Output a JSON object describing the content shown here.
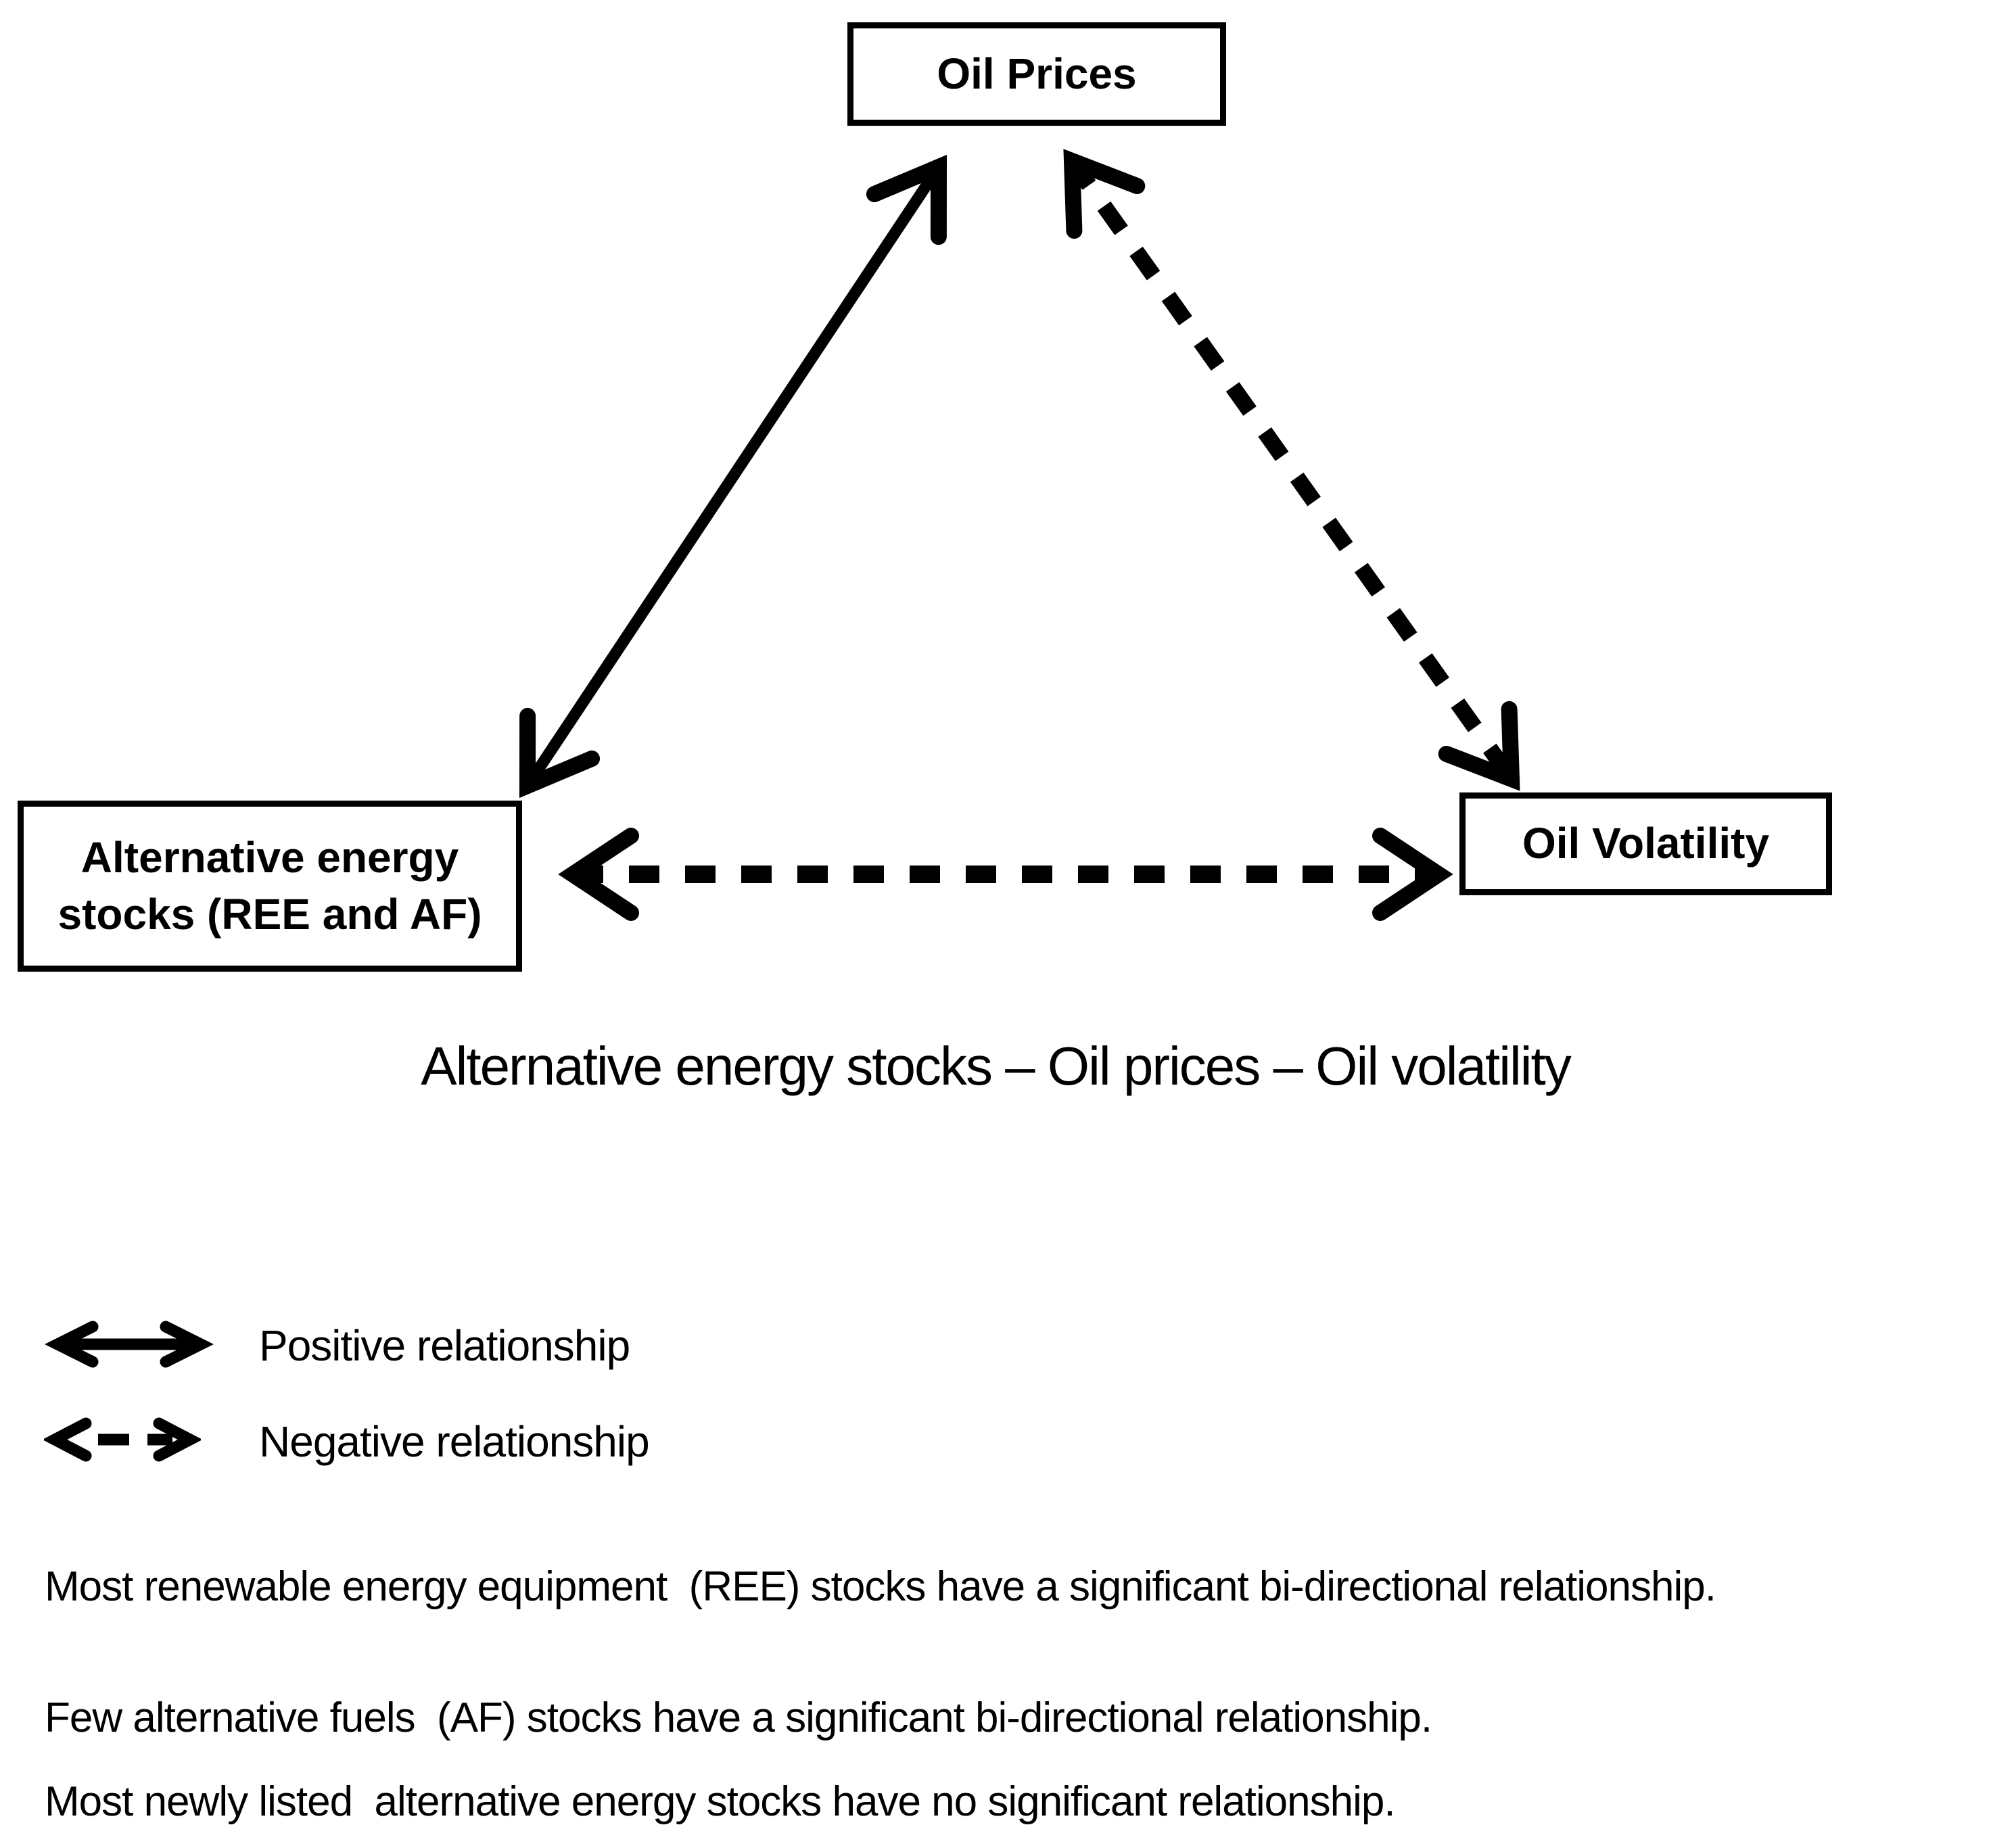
{
  "figure": {
    "colors": {
      "ink": "#000000",
      "background": "#ffffff"
    },
    "nodes": {
      "oil_prices": {
        "label": "Oil Prices"
      },
      "alt_energy": {
        "lines": [
          "Alternative energy",
          "stocks (REE and AF)"
        ]
      },
      "oil_volatility": {
        "label": "Oil Volatility"
      }
    },
    "edges": [
      {
        "from": "alt_energy",
        "to": "oil_prices",
        "relationship": "positive",
        "style": "solid",
        "bidirectional": true
      },
      {
        "from": "oil_prices",
        "to": "oil_volatility",
        "relationship": "negative",
        "style": "dashed",
        "bidirectional": true
      },
      {
        "from": "alt_energy",
        "to": "oil_volatility",
        "relationship": "negative",
        "style": "dashed",
        "bidirectional": true
      }
    ],
    "caption": "Alternative energy stocks – Oil prices – Oil volatility",
    "legend": [
      {
        "style": "solid",
        "label": "Positive relationship"
      },
      {
        "style": "dashed",
        "label": "Negative relationship"
      }
    ],
    "notes": [
      "Most renewable energy equipment  (REE) stocks have a significant bi-directional relationship.",
      "Few alternative fuels  (AF) stocks have a significant bi-directional relationship.",
      "Most newly listed  alternative energy stocks have no significant relationship."
    ]
  }
}
